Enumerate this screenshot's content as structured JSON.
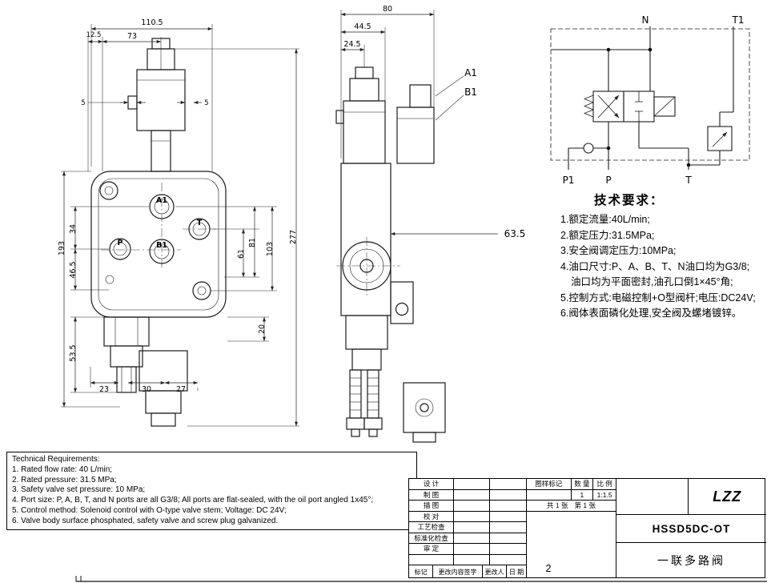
{
  "sheet": {
    "sheet_number": "2"
  },
  "front_view": {
    "ports": {
      "a1": "A1",
      "t": "T",
      "p": "P",
      "b1": "B1"
    },
    "dims": {
      "w_total": "110.5",
      "w_coil": "73",
      "w_offset": "12.5",
      "h_total": "277",
      "left_5": "5",
      "right_5": "5",
      "d34": "34",
      "d193": "193",
      "d46_5": "46.5",
      "d53_5": "53.5",
      "d103": "103",
      "d81": "81",
      "d61": "61",
      "d20": "20",
      "d23": "23",
      "d30": "30",
      "d27": "27"
    }
  },
  "side_view": {
    "labels": {
      "a1": "A1",
      "b1": "B1"
    },
    "dims": {
      "d80": "80",
      "d44_5": "44.5",
      "d24_5": "24.5",
      "d63_5": "63.5"
    }
  },
  "schematic": {
    "labels": {
      "n": "N",
      "t1": "T1",
      "p1": "P1",
      "p": "P",
      "t": "T"
    }
  },
  "tech_req_cn": {
    "title": "技术要求：",
    "lines": [
      "1.额定流量:40L/min;",
      "2.额定压力:31.5MPa;",
      "3.安全阀调定压力:10MPa;",
      "4.油口尺寸:P、A、B、T、N油口均为G3/8;",
      "油口均为平面密封,油孔口倒1×45°角;",
      "5.控制方式:电磁控制+O型阀杆;电压:DC24V;",
      "6.阀体表面磷化处理,安全阀及螺堵镀锌。"
    ]
  },
  "tech_req_en": {
    "lines": [
      "Technical Requirements:",
      "1. Rated flow rate: 40 L/min;",
      "2. Rated pressure: 31.5 MPa;",
      "3. Safety valve set pressure: 10 MPa;",
      "4. Port size: P, A, B, T, and N ports are all G3/8; All ports are flat-sealed, with the oil port angled 1x45°;",
      "5. Control method: Solenoid control with O-type valve stem; Voltage: DC 24V;",
      "6. Valve body surface phosphated, safety valve and screw plug galvanized."
    ]
  },
  "title_block": {
    "rows": [
      "设 计",
      "制 图",
      "描 图",
      "校 对",
      "工艺检查",
      "标准化检查",
      "审 定",
      ""
    ],
    "bottom_row": [
      "标记",
      "更改内容签字",
      "更改人",
      "日 期"
    ],
    "stamp": {
      "mark_label": "图样标记",
      "qty_label": "数 量",
      "scale_label": "比 例",
      "qty_value": "1",
      "scale_value": "1:1.5",
      "sheets": "共 1 张",
      "sheet_no": "第 1 张"
    },
    "company": "LZZ",
    "model": "HSSD5DC-OT",
    "product_name": "一联多路阀"
  }
}
